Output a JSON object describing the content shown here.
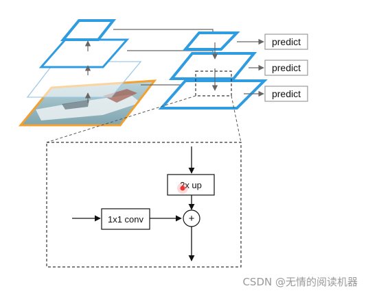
{
  "pyramid": {
    "outputs": [
      {
        "label": "predict"
      },
      {
        "label": "predict"
      },
      {
        "label": "predict"
      }
    ]
  },
  "detail": {
    "upsample_label": "2x up",
    "lateral_label": "1x1 conv",
    "merge_symbol": "+"
  },
  "watermark": {
    "text": "CSDN @无情的阅读机器"
  },
  "colors": {
    "pyramid_frame": "#2f9be0",
    "image_frame": "#f3a030",
    "arrow": "#666666",
    "detail_line": "#111111",
    "cursor_dot": "#ee3333"
  }
}
